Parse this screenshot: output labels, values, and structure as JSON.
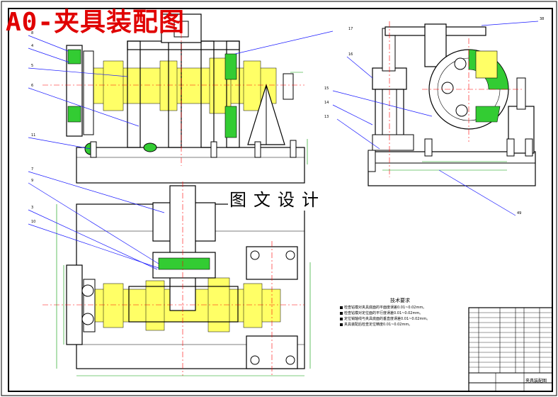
{
  "title": "A0-夹具装配图",
  "watermark": "图文设计",
  "technical_requirements": {
    "heading": "技术要求",
    "lines": [
      "检查钻模对夹具底面的平面度误差0.01~0.02mm。",
      "检查钻模对定位面的平行度误差0.01~0.02mm。",
      "定位销轴线与夹具底面的垂直度误差0.01~0.02mm。",
      "夹具装配后检查定位精度0.01~0.02mm。"
    ]
  },
  "title_block": {
    "drawing_name": "夹具装配图"
  },
  "callouts": [
    "17",
    "16",
    "15",
    "14",
    "13",
    "38",
    "49",
    "8",
    "7",
    "9",
    "3",
    "10",
    "4",
    "5",
    "6",
    "11"
  ],
  "colors": {
    "title_red": "#e00000",
    "part_yellow": "#ffff66",
    "part_green": "#33cc33",
    "outline_black": "#000000",
    "leader_blue": "#1a1aff",
    "center_red": "#ff0000",
    "dim_green": "#009900"
  }
}
